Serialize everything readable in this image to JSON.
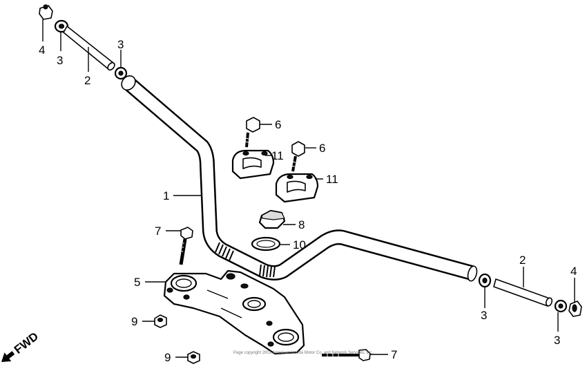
{
  "callouts": {
    "c4_top": "4",
    "c3_left": "3",
    "c2_left": "2",
    "c3_left_upper": "3",
    "c6_upper": "6",
    "c11_upper": "11",
    "c6_lower": "6",
    "c11_lower": "11",
    "c1": "1",
    "c8": "8",
    "c10": "10",
    "c7_upper": "7",
    "c5": "5",
    "c9_upper": "9",
    "c9_lower": "9",
    "c7_lower": "7",
    "c2_right": "2",
    "c3_right_a": "3",
    "c4_right": "4",
    "c3_right_b": "3"
  },
  "direction_label": "FWD",
  "footer_text": "Page copyright 2001 American Honda Motor Co. and Network Services, Inc."
}
